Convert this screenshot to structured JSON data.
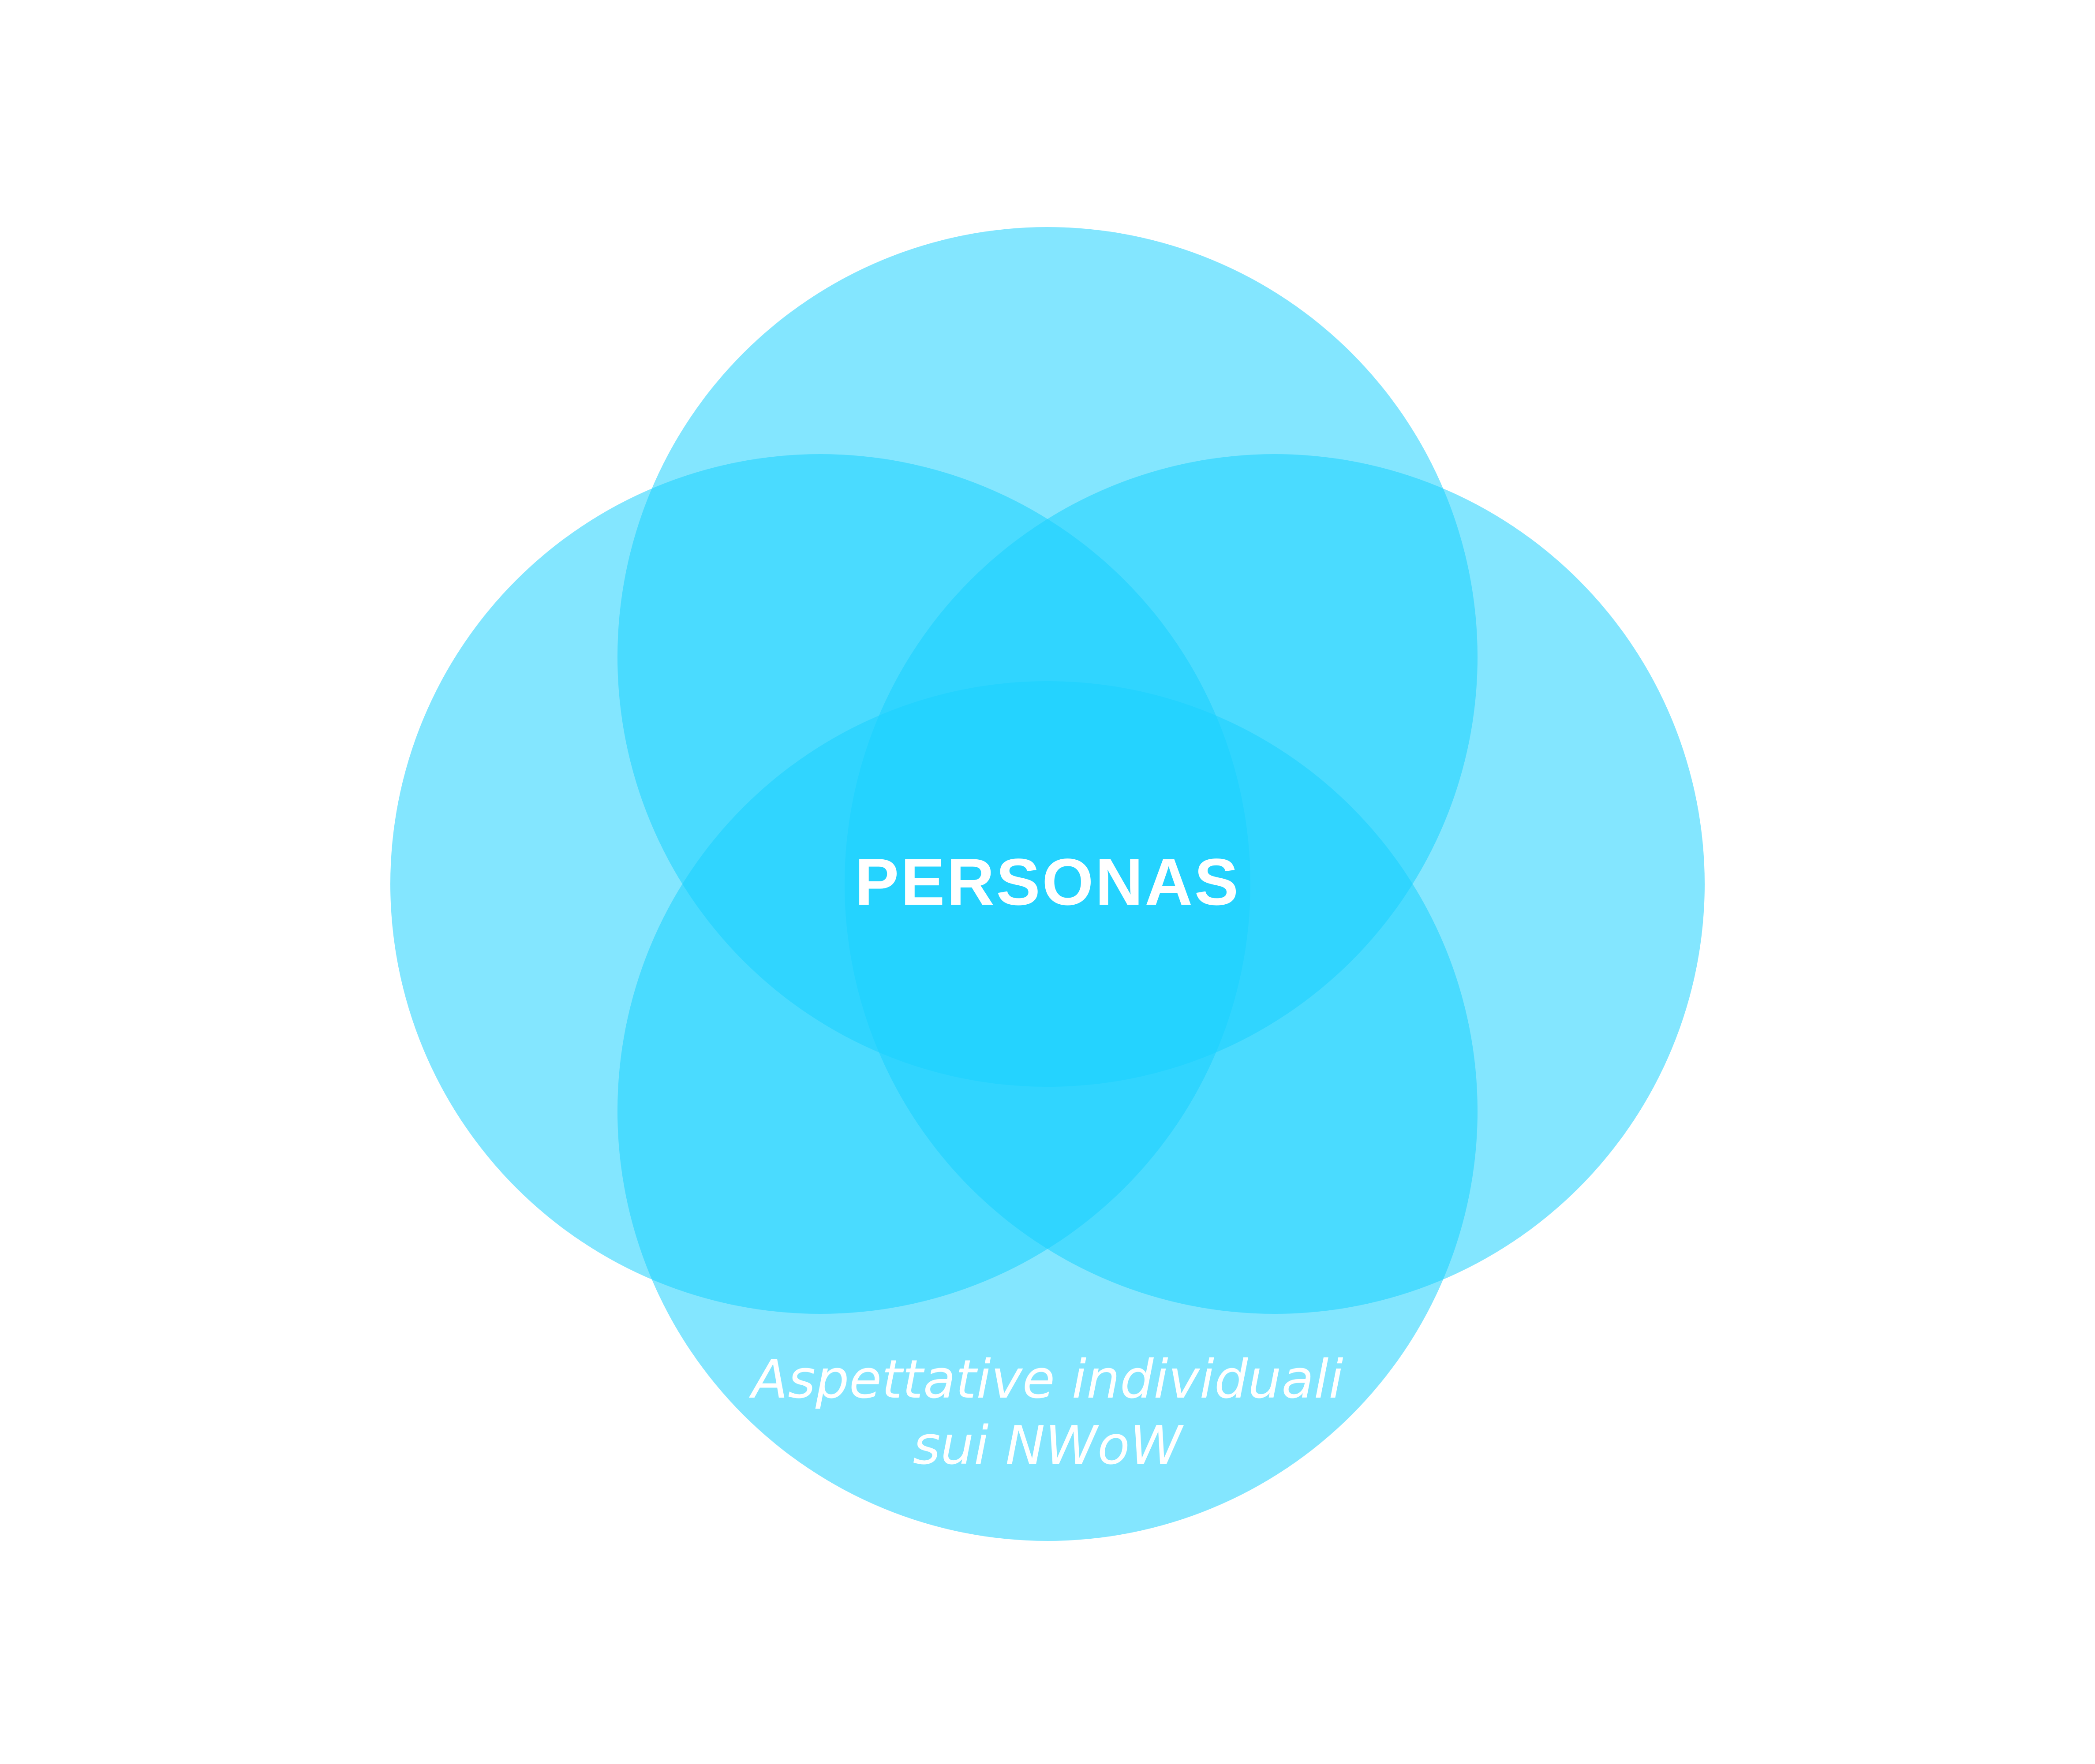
{
  "diagram": {
    "type": "overlapping-circles",
    "circle_count": 4,
    "center_label": "PERSONAS",
    "caption_lines": [
      "Aspettative individuali",
      "sui NWoW"
    ]
  },
  "colors": {
    "circle_fill": "#1ad0ff",
    "label_text": "#ffffff",
    "background": "#ffffff"
  }
}
